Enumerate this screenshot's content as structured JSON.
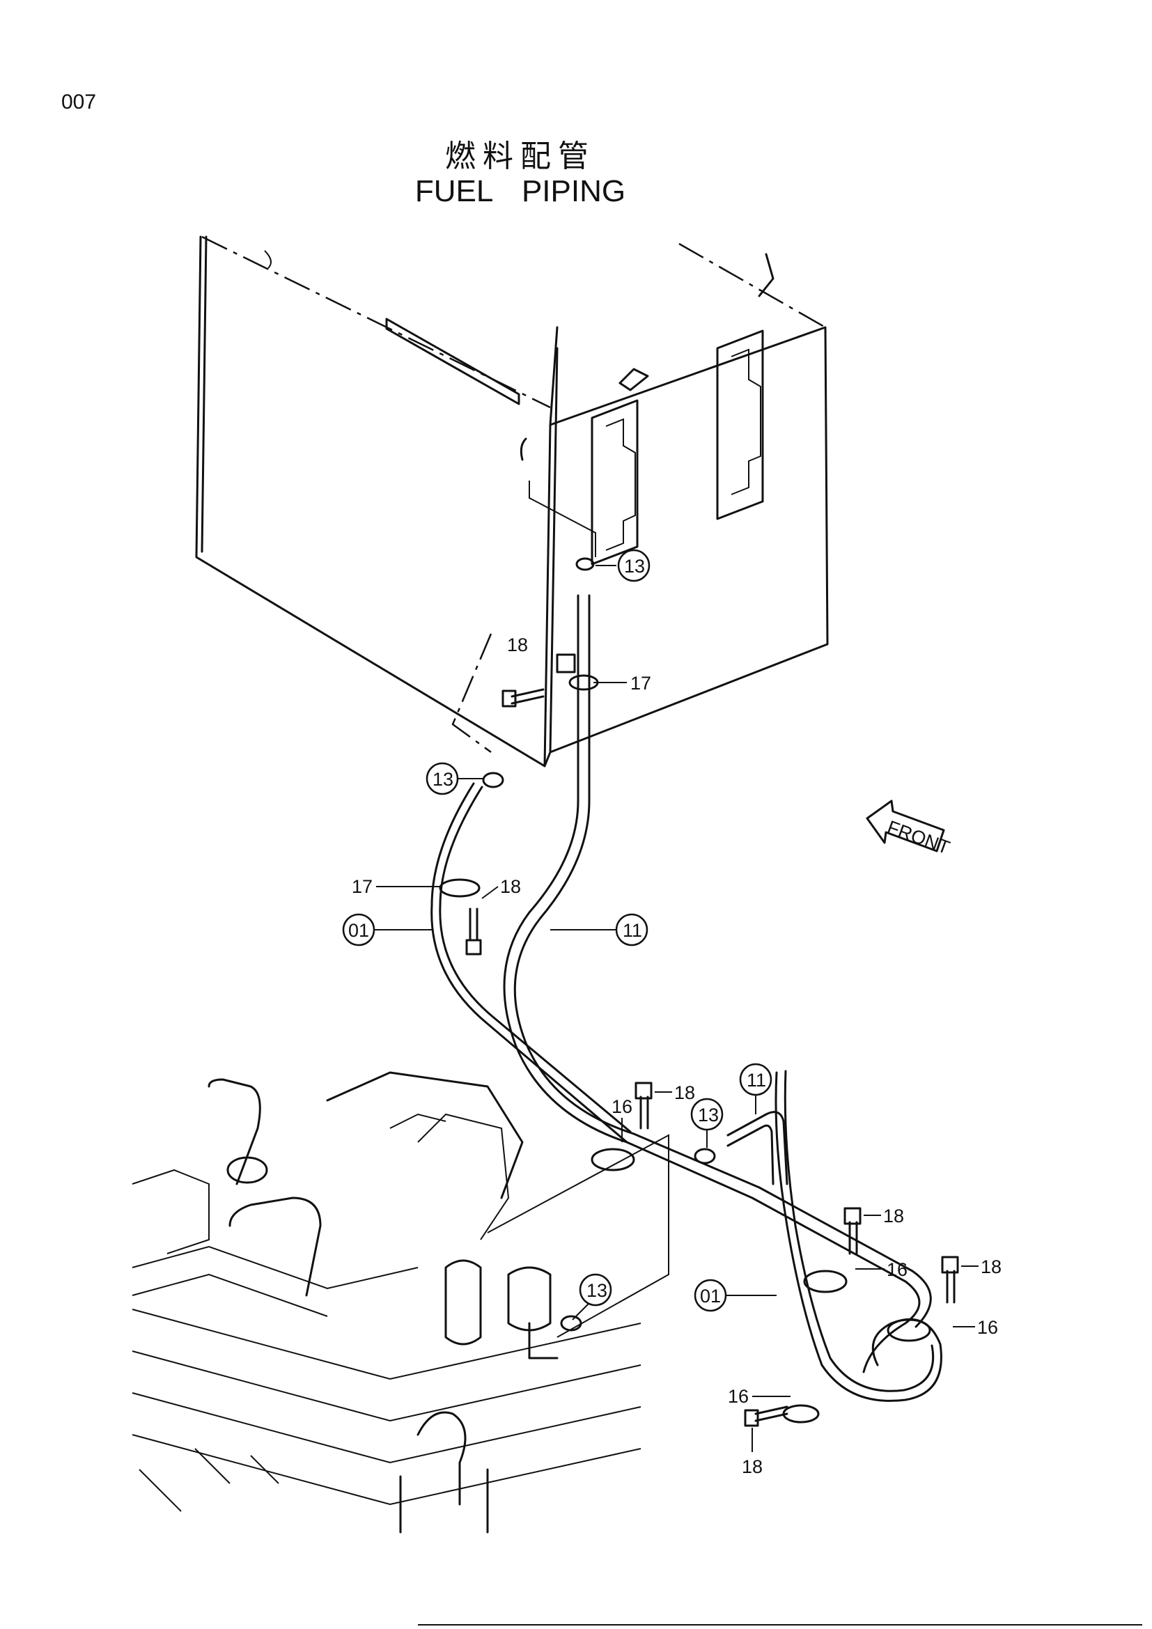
{
  "page": {
    "number": "007"
  },
  "title": {
    "japanese": "燃料配管",
    "english": "FUEL  PIPING"
  },
  "front_label": "FRONT",
  "callouts": {
    "tank_13": "13",
    "tank_18": "18",
    "tank_17": "17",
    "left_13": "13",
    "left_17": "17",
    "left_18": "18",
    "left_01": "01",
    "mid_11": "11",
    "r_16a": "16",
    "r_18a": "18",
    "r_11": "11",
    "r_13a": "13",
    "r_18b": "18",
    "r_16b": "16",
    "r_18c": "18",
    "r_16c": "16",
    "r_13b": "13",
    "r_01": "01",
    "r_16d": "16",
    "r_18d": "18"
  }
}
